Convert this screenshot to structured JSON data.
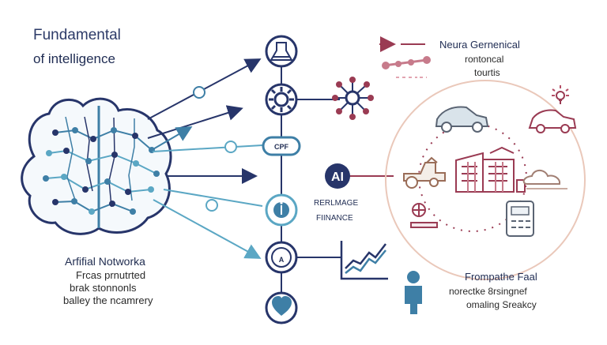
{
  "header": {
    "title_line_1": "Fundamental",
    "title_line_2": "of intelligence"
  },
  "left_block": {
    "heading": "Arfifial Notworka",
    "lines": [
      "Frcas prnutrted",
      "brak stonnonls",
      "balley the ncamrery"
    ]
  },
  "center_nodes": {
    "cpf_label": "CPF",
    "ai_label": "AI",
    "a_label": "A",
    "info_line_1": "RERLMAGE",
    "info_line_2": "FIINANCE"
  },
  "top_right": {
    "line_1": "Neura Gernenical",
    "line_2": "rontoncal",
    "line_3": "tourtis"
  },
  "bottom_right": {
    "heading": "Frompathe Faal",
    "line_1": "norectke 8rsingnef",
    "line_2": "omaling Sreakcy"
  },
  "icons": [
    "brain-icon",
    "flask-icon",
    "gear-icon",
    "network-icon",
    "cpf-badge-icon",
    "ai-badge-icon",
    "info-badge-icon",
    "a-badge-icon",
    "heart-icon",
    "line-chart-icon",
    "car-icon",
    "building-icon",
    "person-icon",
    "lightbulb-icon",
    "tractor-icon",
    "weather-icon",
    "calculator-icon"
  ],
  "colors": {
    "primary_navy": "#27356a",
    "blue": "#3e7fa6",
    "light_blue": "#5ba7c4",
    "maroon": "#9a3b53",
    "accent_red": "#b54f66",
    "ring": "#eac8ba",
    "light_gray": "#f0f0f0"
  }
}
